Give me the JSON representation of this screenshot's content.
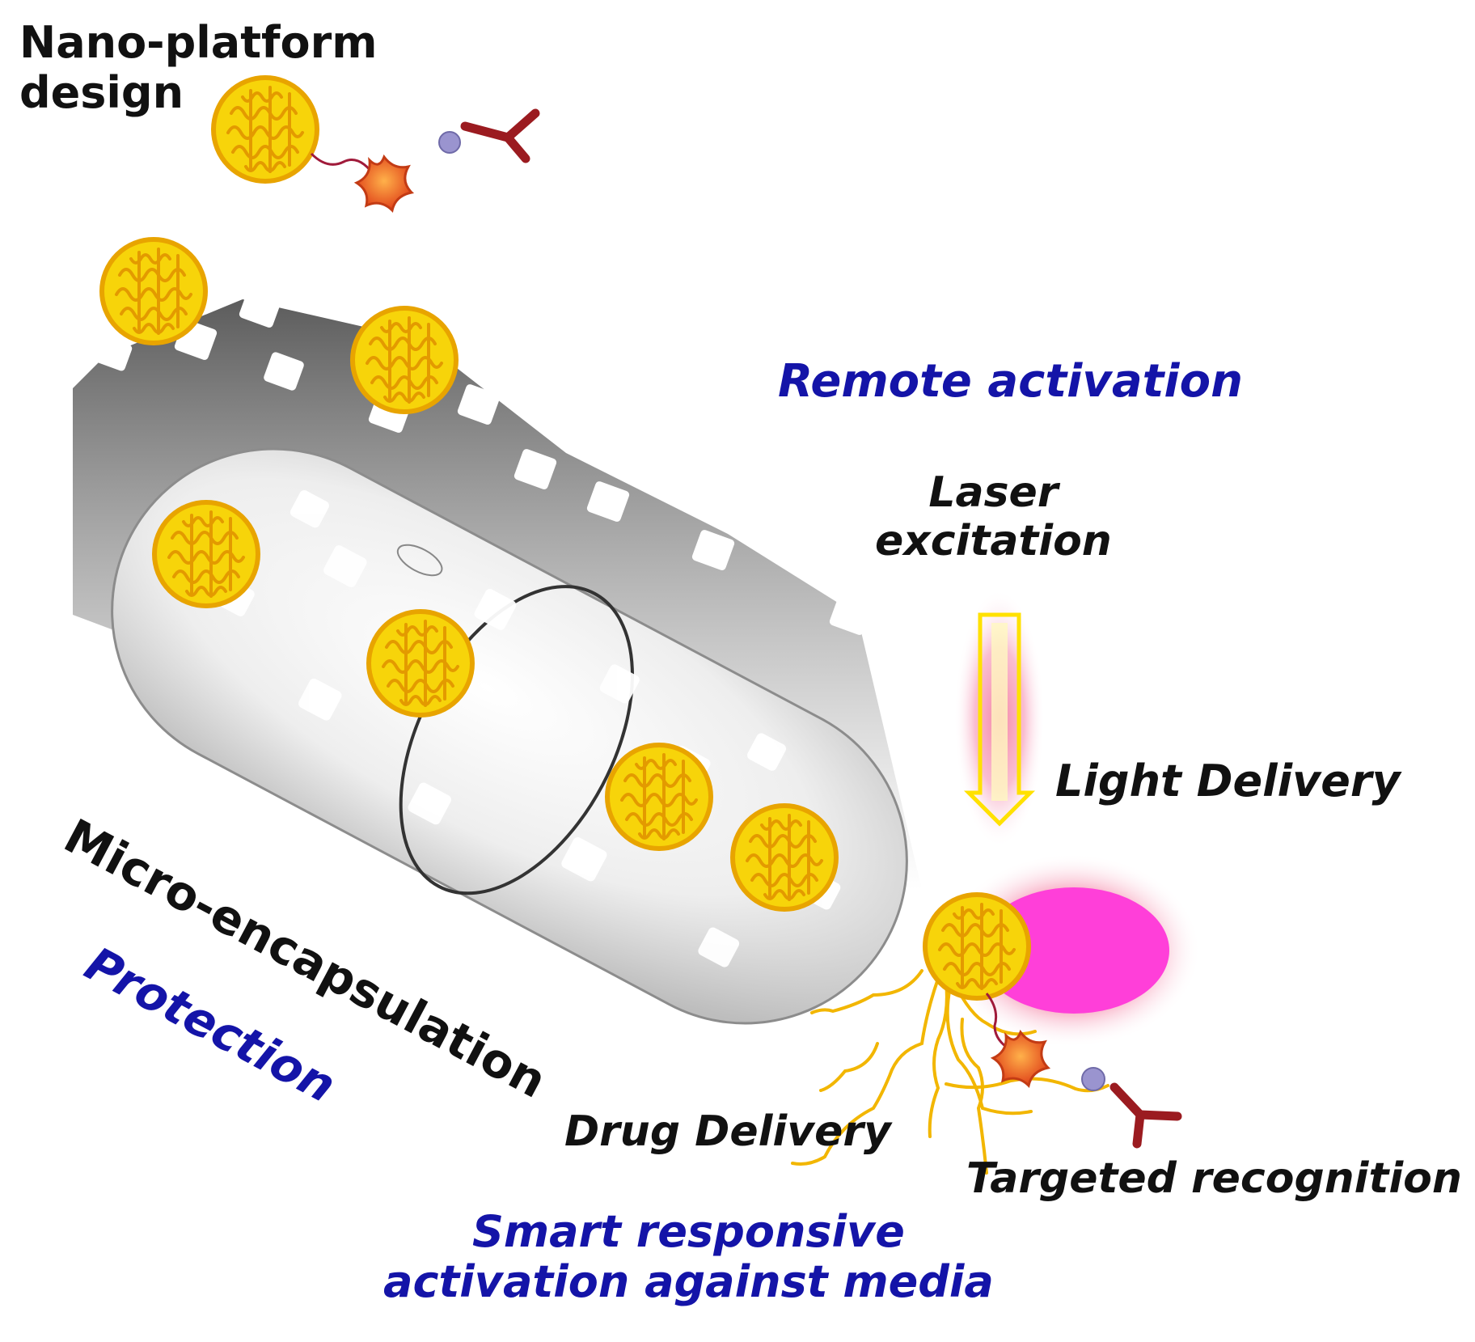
{
  "labels": {
    "nano_platform_line1": "Nano-platform",
    "nano_platform_line2": "design",
    "remote_activation": "Remote activation",
    "laser_line1": "Laser",
    "laser_line2": "excitation",
    "light_delivery": "Light Delivery",
    "micro_encapsulation": "Micro-encapsulation",
    "protection": "Protection",
    "drug_delivery": "Drug Delivery",
    "targeted_recognition": "Targeted recognition",
    "smart_line1": "Smart responsive",
    "smart_line2": "activation against media"
  },
  "colors": {
    "nanoparticle_fill": "#f7d40a",
    "nanoparticle_edge": "#e8a400",
    "nanoparticle_pattern": "#e39a00",
    "antibody": "#9b1b20",
    "ligand_star": "#f26a21",
    "ligand_sphere": "#9a94cf",
    "laser_glow": "#f47ca0",
    "laser_arrow": "#ffe100",
    "target_cell": "#ff3fd9",
    "drug_strands": "#f2b600",
    "blue_text": "#1414a8",
    "black_text": "#111111",
    "capsule": "#d9d9d9"
  },
  "icons": [
    "nanoparticle-icon",
    "antibody-icon",
    "ligand-star-icon",
    "ligand-sphere-icon",
    "capsule-icon",
    "laser-arrow-icon",
    "target-cell-icon",
    "drug-strands-icon"
  ]
}
